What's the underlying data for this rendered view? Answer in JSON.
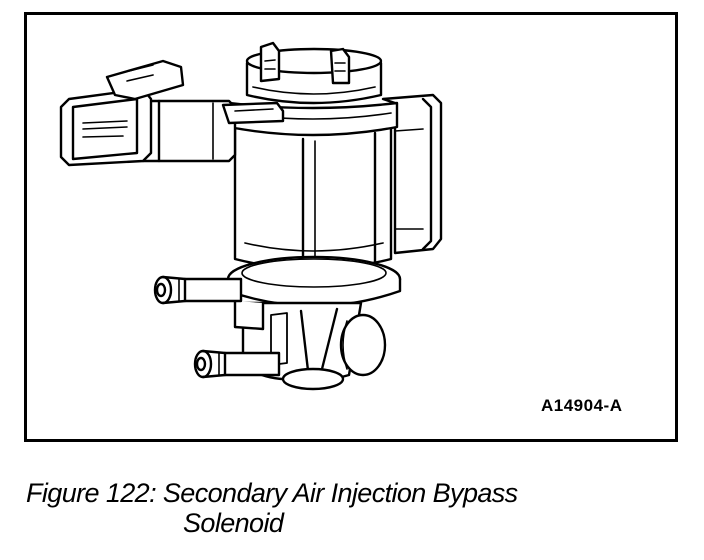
{
  "figure": {
    "part_code": "A14904-A",
    "caption_line1": "Figure 122: Secondary Air Injection Bypass",
    "caption_line2": "Solenoid"
  },
  "illustration": {
    "subject": "solenoid-line-drawing",
    "stroke_color": "#000000",
    "fill_color": "#ffffff"
  }
}
